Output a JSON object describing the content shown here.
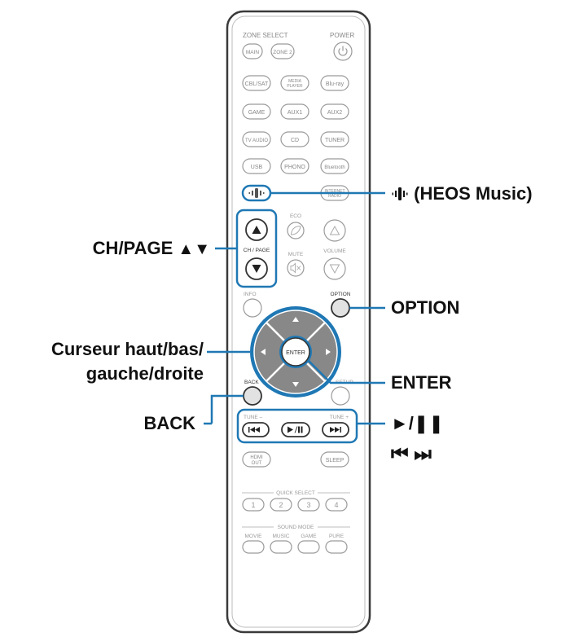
{
  "remote": {
    "zone_select_label": "ZONE SELECT",
    "power_label": "POWER",
    "buttons": {
      "main": "MAIN",
      "zone2": "ZONE 2",
      "cbl_sat": "CBL/SAT",
      "media_player_1": "MEDIA",
      "media_player_2": "PLAYER",
      "bluray": "Blu-ray",
      "game": "GAME",
      "aux1": "AUX1",
      "aux2": "AUX2",
      "tv_audio": "TV AUDIO",
      "cd": "CD",
      "tuner": "TUNER",
      "usb": "USB",
      "phono": "PHONO",
      "bluetooth": "Bluetooth",
      "internet_radio_1": "INTERNET",
      "internet_radio_2": "RADIO",
      "hdmi_out_1": "HDMI",
      "hdmi_out_2": "OUT",
      "sleep": "SLEEP",
      "enter": "ENTER"
    },
    "labels": {
      "eco": "ECO",
      "ch_page": "CH / PAGE",
      "mute": "MUTE",
      "volume": "VOLUME",
      "info": "INFO",
      "option": "OPTION",
      "back": "BACK",
      "setup": "SETUP",
      "tune_minus": "TUNE –",
      "tune_plus": "TUNE +",
      "quick_select": "QUICK SELECT",
      "sound_mode": "SOUND MODE"
    },
    "quick_select": [
      "1",
      "2",
      "3",
      "4"
    ],
    "sound_modes": [
      "MOVIE",
      "MUSIC",
      "GAME",
      "PURE"
    ]
  },
  "callouts": {
    "heos_music": "(HEOS Music)",
    "ch_page": "CH/PAGE",
    "option": "OPTION",
    "cursor_line1": "Curseur haut/bas/",
    "cursor_line2": "gauche/droite",
    "enter": "ENTER",
    "back": "BACK",
    "play_pause": "►/❚❚",
    "skip": "⏮ ⏭"
  },
  "colors": {
    "highlight": "#1f78b4",
    "outline": "#9a9a9a",
    "text": "#111111"
  }
}
